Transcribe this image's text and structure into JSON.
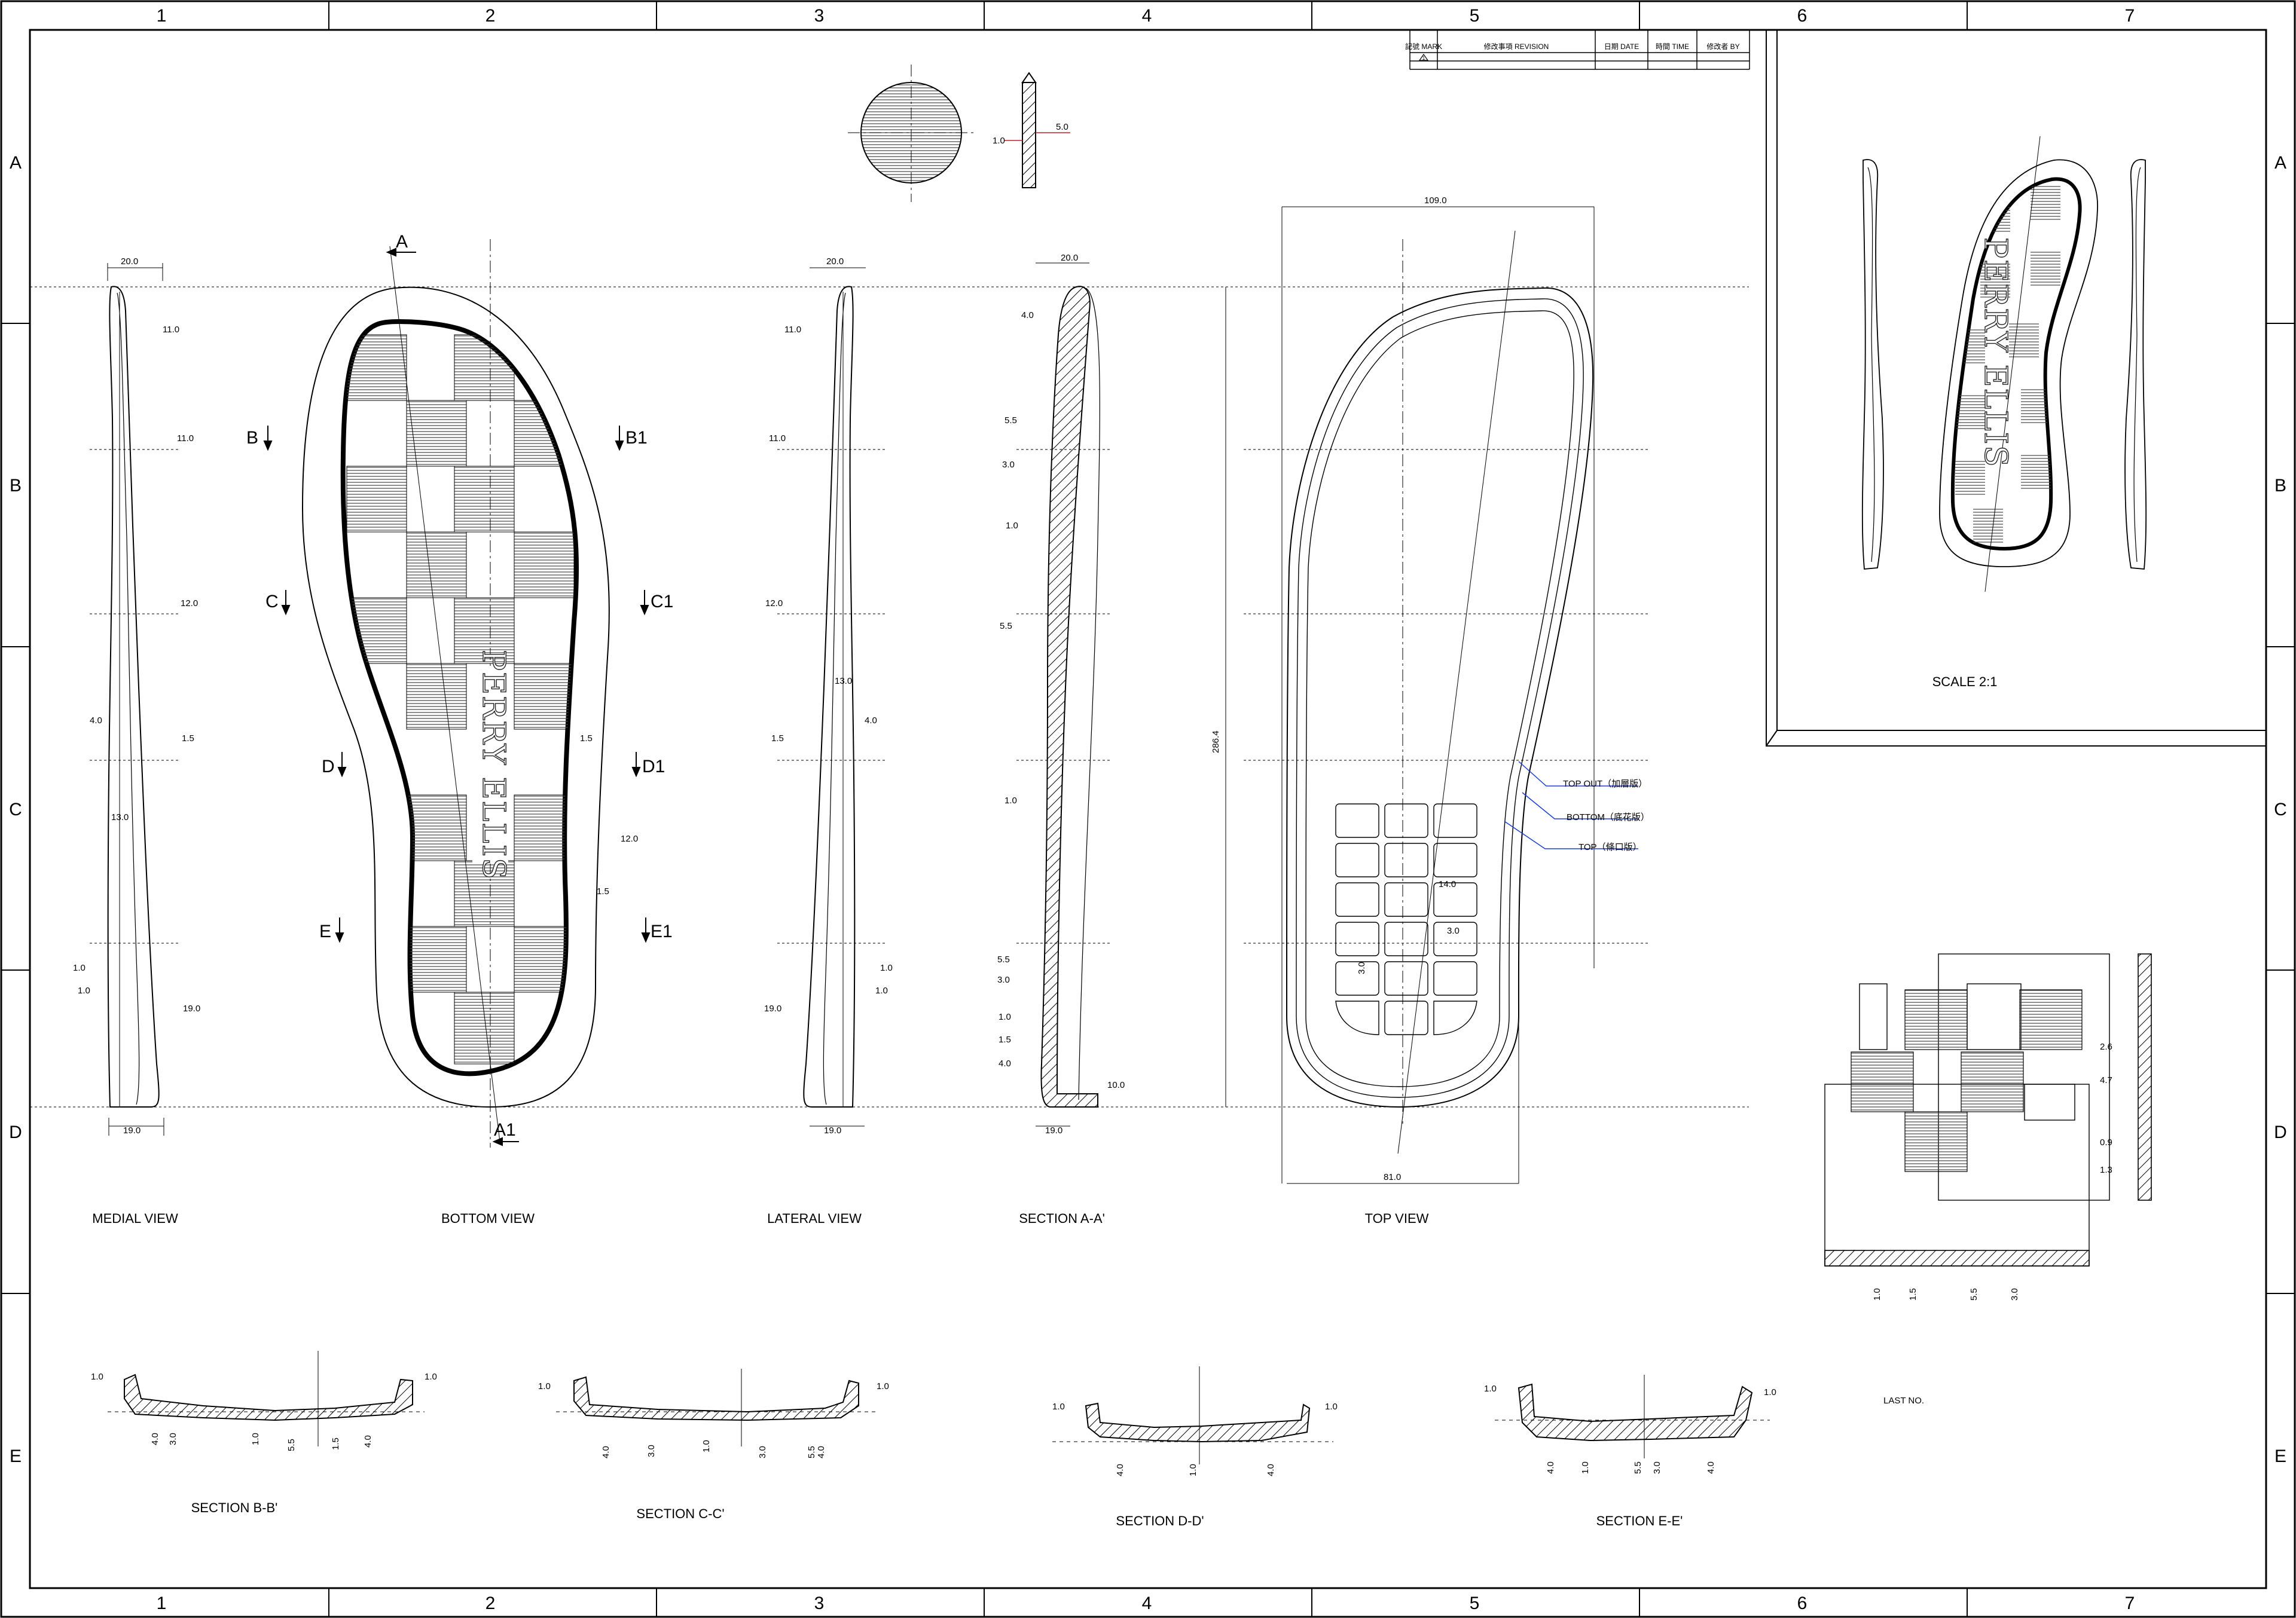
{
  "grid": {
    "columns": [
      "1",
      "2",
      "3",
      "4",
      "5",
      "6",
      "7"
    ],
    "rows": [
      "A",
      "B",
      "C",
      "D",
      "E"
    ]
  },
  "revision_table": {
    "mark": "記號 MARK",
    "revision": "修改事項 REVISION",
    "date": "日期 DATE",
    "time": "時間 TIME",
    "by": "修改者 BY",
    "entry_mark": "1"
  },
  "views": {
    "medial": "MEDIAL VIEW",
    "bottom": "BOTTOM VIEW",
    "lateral": "LATERAL VIEW",
    "section_aa": "SECTION A-A'",
    "top": "TOP VIEW",
    "scale": "SCALE 2:1",
    "section_bb": "SECTION B-B'",
    "section_cc": "SECTION C-C'",
    "section_dd": "SECTION D-D'",
    "section_ee": "SECTION E-E'",
    "last_no": "LAST NO."
  },
  "section_marks": {
    "a": "A",
    "a1": "A1",
    "b": "B",
    "b1": "B1",
    "c": "C",
    "c1": "C1",
    "d": "D",
    "d1": "D1",
    "e": "E",
    "e1": "E1"
  },
  "logo": "PERRY ELLIS",
  "callouts": {
    "top_out": "TOP OUT（加層版）",
    "bottom": "BOTTOM（底花版）",
    "top": "TOP（條口版）"
  },
  "dims": {
    "top_circle_1": "1.0",
    "top_circle_2": "5.0",
    "medial": [
      "20.0",
      "11.0",
      "11.0",
      "12.0",
      "4.0",
      "1.5",
      "13.0",
      "1.0",
      "1.0",
      "19.0",
      "19.0"
    ],
    "bottom": [
      "1.5",
      "12.0",
      "1.5"
    ],
    "lateral": [
      "20.0",
      "11.0",
      "11.0",
      "12.0",
      "13.0",
      "1.5",
      "4.0",
      "1.0",
      "1.0",
      "19.0",
      "19.0"
    ],
    "section_a": [
      "20.0",
      "4.0",
      "5.5",
      "3.0",
      "1.0",
      "5.5",
      "1.0",
      "5.5",
      "3.0",
      "1.0",
      "1.5",
      "4.0",
      "10.0",
      "19.0"
    ],
    "length": "286.4",
    "top_width": "109.0",
    "top_bottom_width": "81.0",
    "top_grid": [
      "14.0",
      "3.0",
      "3.0"
    ],
    "detail": [
      "2.6",
      "4.7",
      "0.9",
      "1.3",
      "1.0",
      "1.5",
      "5.5",
      "3.0"
    ],
    "sec_b": [
      "1.0",
      "1.0",
      "4.0",
      "3.0",
      "1.0",
      "5.5",
      "1.5",
      "4.0"
    ],
    "sec_c": [
      "1.0",
      "1.0",
      "4.0",
      "3.0",
      "1.0",
      "3.0",
      "5.5",
      "4.0"
    ],
    "sec_d": [
      "1.0",
      "1.0",
      "4.0",
      "1.0",
      "4.0"
    ],
    "sec_e": [
      "1.0",
      "1.0",
      "4.0",
      "1.0",
      "5.5",
      "3.0",
      "4.0"
    ]
  },
  "colors": {
    "line": "#000000",
    "dim_arrow": "#c0202a",
    "callout_arrow": "#1a3fd0"
  }
}
